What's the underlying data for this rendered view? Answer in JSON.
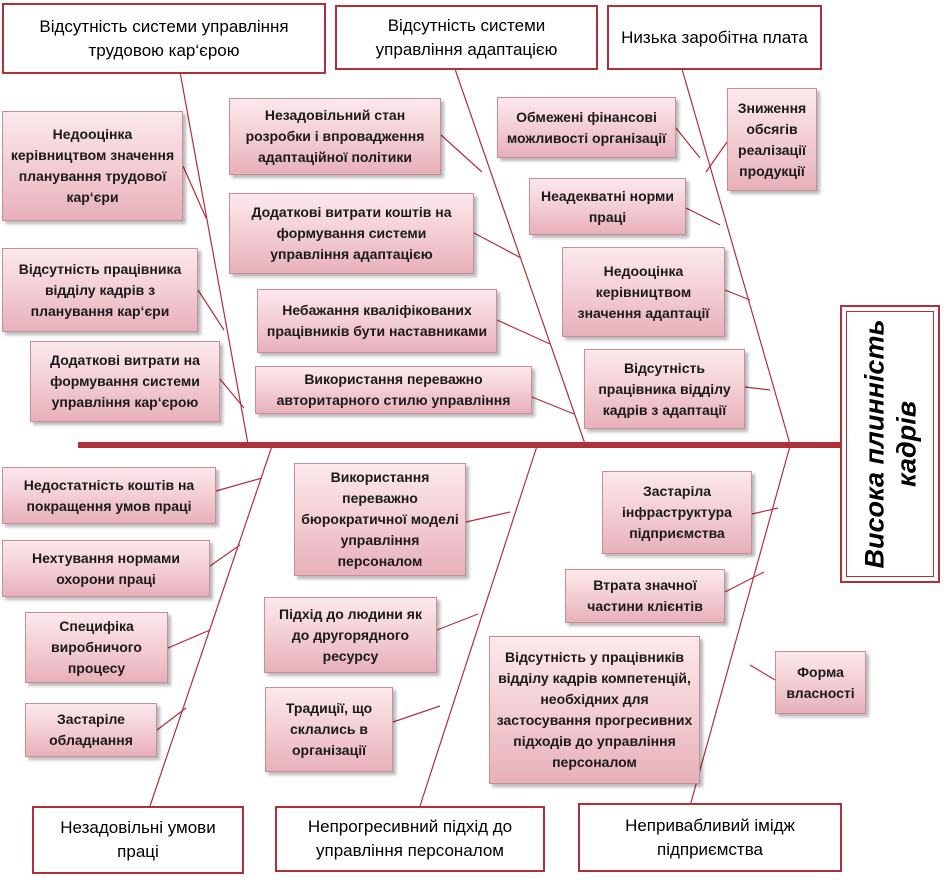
{
  "effect": {
    "line1": "Висока плинність",
    "line2": "кадрів"
  },
  "categories": {
    "career": "Відсутність системи управління трудовою кар‘єрою",
    "adaptation": "Відсутність системи управління адаптацією",
    "salary": "Низька заробітна плата",
    "conditions": "Незадовільні умови праці",
    "approach": "Непрогресивний підхід до управління персоналом",
    "image": "Непривабливий імідж підприємства"
  },
  "causes": {
    "career_1": "Недооцінка керівництвом значення планування трудової кар‘єри",
    "career_2": "Відсутність працівника відділу кадрів з планування кар‘єри",
    "career_3": "Додаткові витрати на формування системи управління кар‘єрою",
    "adapt_1": "Незадовільний стан розробки і впровадження адаптаційної політики",
    "adapt_2": "Додаткові витрати коштів на формування системи управління адаптацією",
    "adapt_3": "Небажання кваліфікованих працівників бути наставниками",
    "adapt_4": "Використання переважно авторитарного стилю управління",
    "salary_1": "Обмежені фінансові можливості організації",
    "salary_2": "Неадекватні норми праці",
    "salary_3": "Недооцінка керівництвом значення адаптації",
    "salary_4": "Відсутність працівника відділу кадрів з адаптації",
    "salary_5": "Зниження обсягів реалізації продукції",
    "cond_1": "Недостатність коштів на покращення умов праці",
    "cond_2": "Нехтування нормами охорони праці",
    "cond_3": "Специфіка виробничого процесу",
    "cond_4": "Застаріле обладнання",
    "appr_1": "Використання переважно бюрократичної моделі управління персоналом",
    "appr_2": "Підхід до людини як до другорядного ресурсу",
    "appr_3": "Традиції, що склались в організації",
    "img_1": "Застаріла інфраструктура підприємства",
    "img_2": "Втрата значної частини клієнтів",
    "img_3": "Відсутність у працівників відділу кадрів компетенцій, необхідних для застосування прогресивних підходів до управління персоналом",
    "img_4": "Форма власності"
  },
  "colors": {
    "border": "#b0303a",
    "spine": "#b0303a",
    "cause_fill": "#f2cbd2"
  }
}
